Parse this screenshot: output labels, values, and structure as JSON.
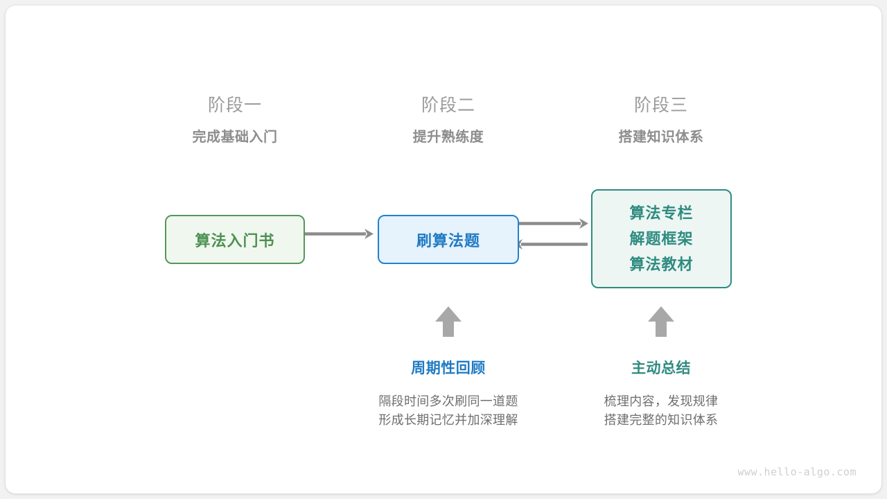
{
  "diagram": {
    "watermark": "www.hello-algo.com",
    "colors": {
      "background": "#ffffff",
      "card": "#ffffff",
      "green": "#4d9153",
      "green_border": "#55975a",
      "green_fill": "#f0f7ef",
      "blue": "#1f7ac4",
      "blue_border": "#1f82d1",
      "blue_fill": "#e6f2fc",
      "teal": "#2e8b80",
      "teal_border": "#2e8b80",
      "teal_fill": "#edf6f3",
      "arrow_gray": "#8c8c8c",
      "heading_gray": "#9b9b9b",
      "subheading_gray": "#8d8d8d",
      "body_gray": "#6f6f6f",
      "watermark_gray": "#cfcfcf"
    },
    "stages": [
      {
        "title": "阶段一",
        "subtitle": "完成基础入门"
      },
      {
        "title": "阶段二",
        "subtitle": "提升熟练度"
      },
      {
        "title": "阶段三",
        "subtitle": "搭建知识体系"
      }
    ],
    "nodes": {
      "book": {
        "label": "算法入门书"
      },
      "practice": {
        "label": "刷算法题"
      },
      "resources": {
        "lines": [
          "算法专栏",
          "解题框架",
          "算法教材"
        ]
      }
    },
    "annotations": [
      {
        "title": "周期性回顾",
        "desc_line_1": "隔段时间多次刷同一道题",
        "desc_line_2": "形成长期记忆并加深理解"
      },
      {
        "title": "主动总结",
        "desc_line_1": "梳理内容，发现规律",
        "desc_line_2": "搭建完整的知识体系"
      }
    ],
    "connectors": [
      {
        "name": "book-to-practice",
        "direction": "right"
      },
      {
        "name": "practice-to-resources",
        "direction": "right"
      },
      {
        "name": "resources-to-practice",
        "direction": "left"
      },
      {
        "name": "review-up-arrow",
        "direction": "up"
      },
      {
        "name": "summary-up-arrow",
        "direction": "up"
      }
    ]
  }
}
